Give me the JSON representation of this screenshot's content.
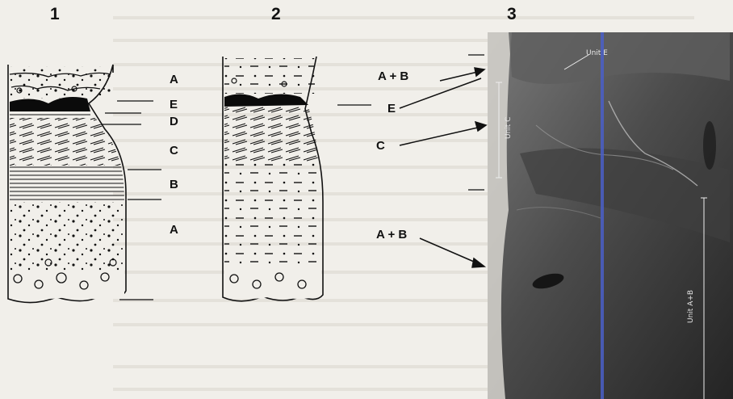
{
  "panels": {
    "p1": "1",
    "p2": "2",
    "p3": "3"
  },
  "column1": {
    "labels": {
      "top_a": "A",
      "e": "E",
      "d": "D",
      "c": "C",
      "b": "B",
      "bottom_a": "A"
    }
  },
  "column2": {
    "labels": {
      "ab_top": "A + B",
      "e": "E",
      "c": "C",
      "ab_bottom": "A + B"
    }
  },
  "photo": {
    "unit_e": "Unit E",
    "unit_c": "Unit C",
    "unit_ab": "Unit A+B"
  },
  "colors": {
    "ink": "#111111",
    "photo_dark": "#2a2a2a",
    "photo_mid": "#5a5a5a",
    "scan_line": "#4a5fc8"
  }
}
